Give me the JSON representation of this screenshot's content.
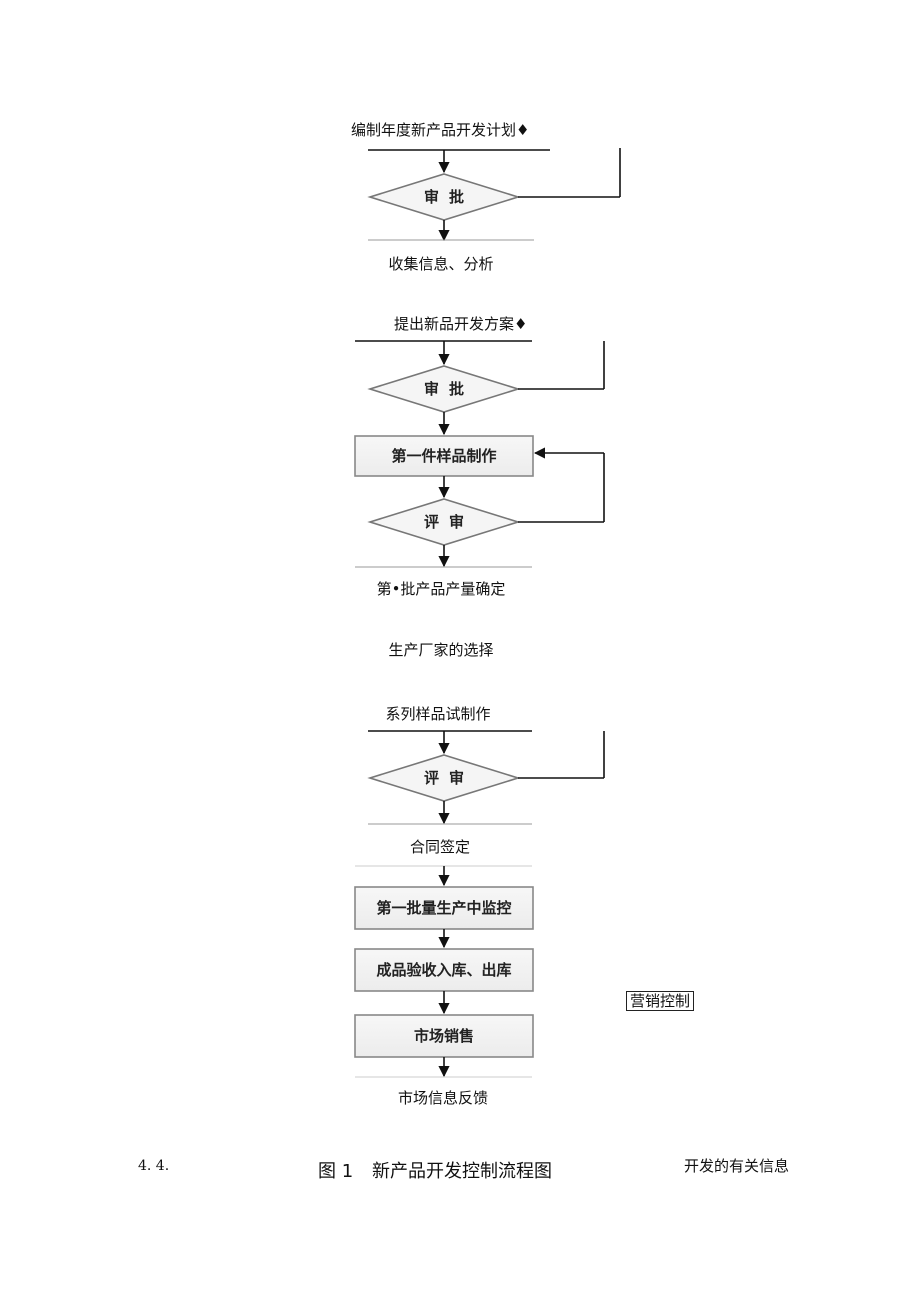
{
  "steps": {
    "plan": "编制年度新产品开发计划♦",
    "approve1": "审批",
    "collect_info": "收集信息、分析",
    "propose": "提出新品开发方案♦",
    "approve2": "审批",
    "first_sample": "第一件样品制作",
    "review1": "评审",
    "first_batch_qty": "第•批产品产量确定",
    "select_manufacturer": "生产厂家的选择",
    "series_sample": "系列样品试制作",
    "review2": "评审",
    "contract": "合同签定",
    "monitor": "第一批量生产中监控",
    "inspection": "成品验收入库、出库",
    "sales": "市场销售",
    "feedback": "市场信息反馈"
  },
  "side_tag": "营销控制",
  "footer": {
    "section": "4. 4.",
    "caption_num": "图 1",
    "caption_title": "新产品开发控制流程图",
    "right_note": "开发的有关信息"
  }
}
